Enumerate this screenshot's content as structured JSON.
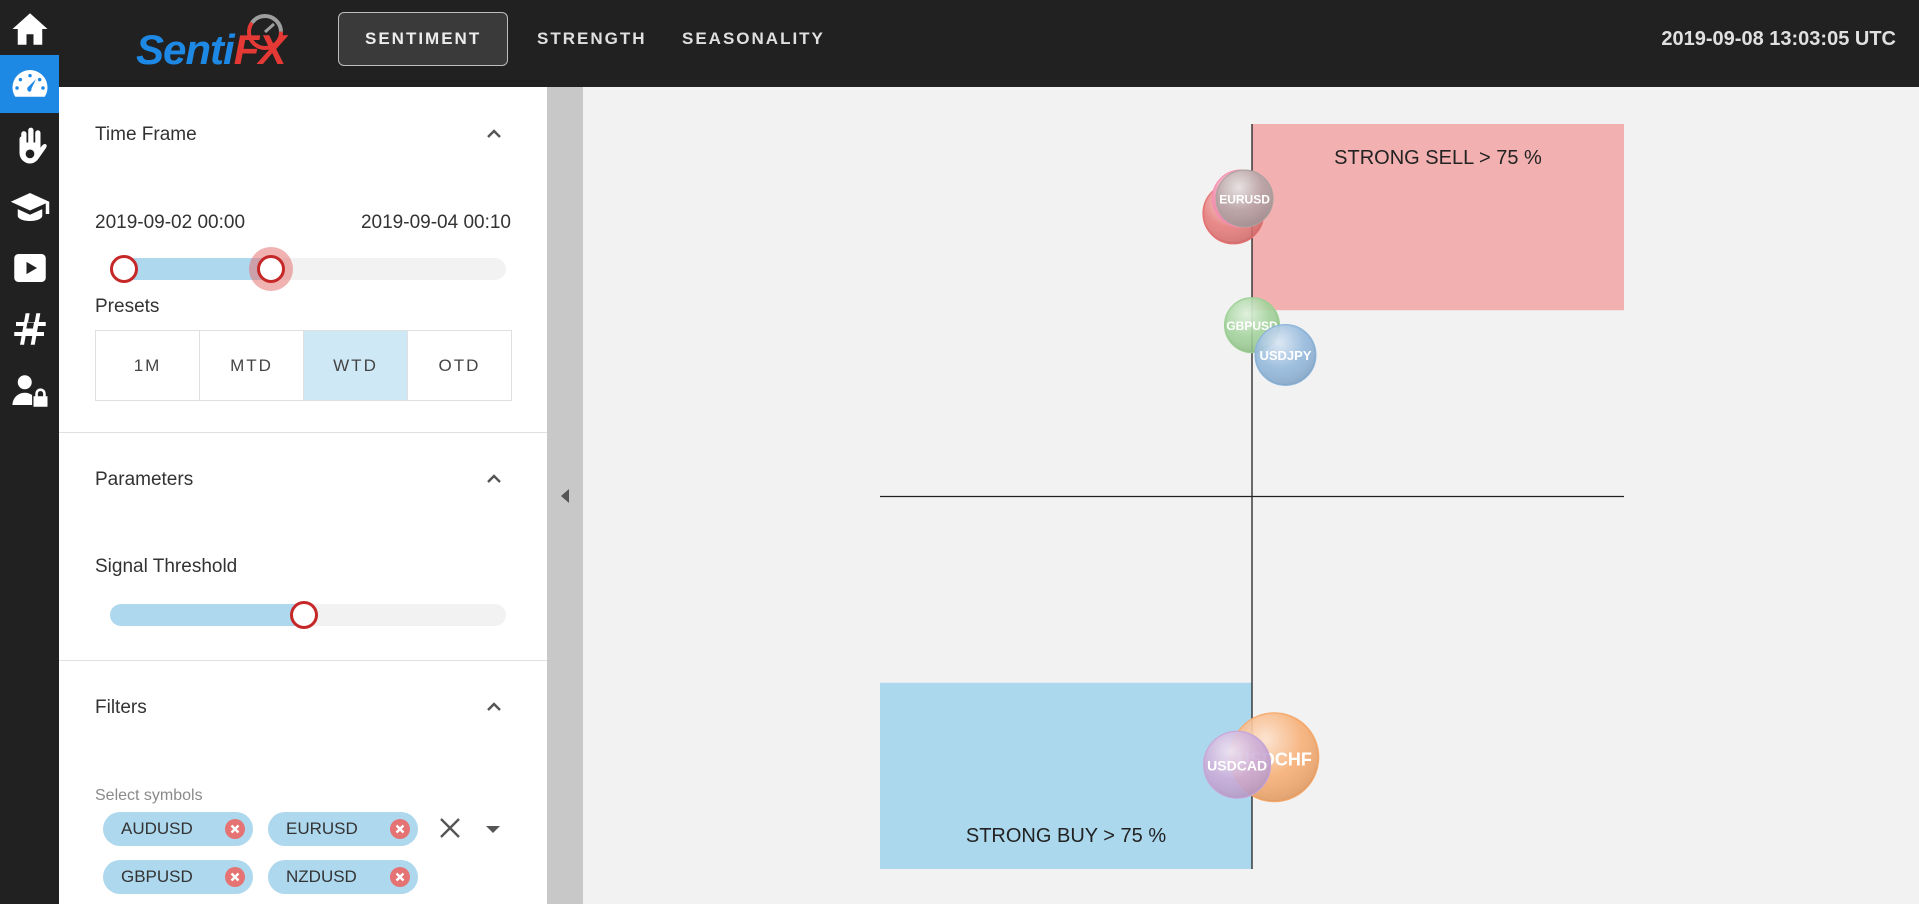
{
  "rail": {
    "items": [
      {
        "icon": "home-icon"
      },
      {
        "icon": "dashboard-gauge-icon",
        "active": true
      },
      {
        "icon": "hand-icon"
      },
      {
        "icon": "graduation-cap-icon"
      },
      {
        "icon": "video-play-icon"
      },
      {
        "icon": "hashtag-icon"
      },
      {
        "icon": "user-lock-icon"
      }
    ]
  },
  "header": {
    "logo_part1": "Senti",
    "logo_part2": "FX",
    "nav": [
      {
        "label": "SENTIMENT",
        "active": true
      },
      {
        "label": "STRENGTH",
        "active": false
      },
      {
        "label": "SEASONALITY",
        "active": false
      }
    ],
    "clock": "2019-09-08 13:03:05 UTC"
  },
  "panel": {
    "timeframe": {
      "title": "Time Frame",
      "start": "2019-09-02 00:00",
      "end": "2019-09-04 00:10",
      "range_fraction": [
        0.0,
        0.4
      ],
      "presets_label": "Presets",
      "presets": [
        {
          "label": "1M",
          "selected": false
        },
        {
          "label": "MTD",
          "selected": false
        },
        {
          "label": "WTD",
          "selected": true
        },
        {
          "label": "OTD",
          "selected": false
        }
      ]
    },
    "parameters": {
      "title": "Parameters",
      "threshold_label": "Signal Threshold",
      "threshold_fraction": 0.49
    },
    "filters": {
      "title": "Filters",
      "select_label": "Select symbols",
      "chips": [
        "AUDUSD",
        "EURUSD",
        "GBPUSD",
        "NZDUSD"
      ]
    }
  },
  "chart_data": {
    "type": "scatter",
    "title": "",
    "xlabel": "",
    "ylabel": "",
    "xlim": [
      -100,
      100
    ],
    "ylim": [
      -100,
      100
    ],
    "zones": [
      {
        "label": "STRONG SELL > 75 %",
        "x": [
          0,
          100
        ],
        "y": [
          50,
          100
        ],
        "color": "#f2b1b0"
      },
      {
        "label": "STRONG BUY > 75 %",
        "x": [
          -100,
          0
        ],
        "y": [
          -100,
          -50
        ],
        "color": "#acd8ee"
      }
    ],
    "points": [
      {
        "name": "",
        "x": -5,
        "y": 76,
        "size": 30,
        "color": "#e57373"
      },
      {
        "name": "",
        "x": -3,
        "y": 80,
        "size": 28,
        "color": "#f48fb1"
      },
      {
        "name": "EURUSD",
        "x": -2,
        "y": 80,
        "size": 28,
        "color": "#b0a0a0"
      },
      {
        "name": "GBPUSD",
        "x": 0,
        "y": 46,
        "size": 27,
        "color": "#9ccf94"
      },
      {
        "name": "USDJPY",
        "x": 9,
        "y": 38,
        "size": 30,
        "color": "#8db4d9"
      },
      {
        "name": "USDCHF",
        "x": 6,
        "y": -70,
        "size": 44,
        "color": "#f6a96b"
      },
      {
        "name": "USDCAD",
        "x": -4,
        "y": -72,
        "size": 33,
        "color": "#c7a6d6"
      }
    ]
  }
}
